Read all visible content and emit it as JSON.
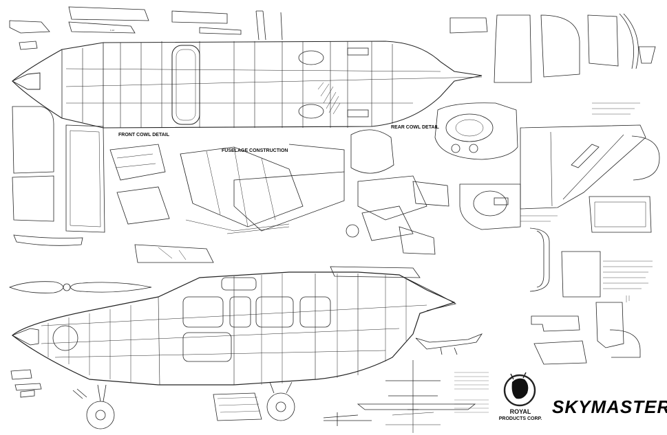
{
  "plan": {
    "labels": {
      "front_cowl": "FRONT COWL DETAIL",
      "fuselage_construction": "FUSELAGE CONSTRUCTION",
      "rear_cowl": "REAR COWL DETAIL"
    },
    "brand": {
      "name": "SKYMASTER",
      "maker_line1": "ROYAL",
      "maker_line2": "PRODUCTS CORP."
    }
  }
}
